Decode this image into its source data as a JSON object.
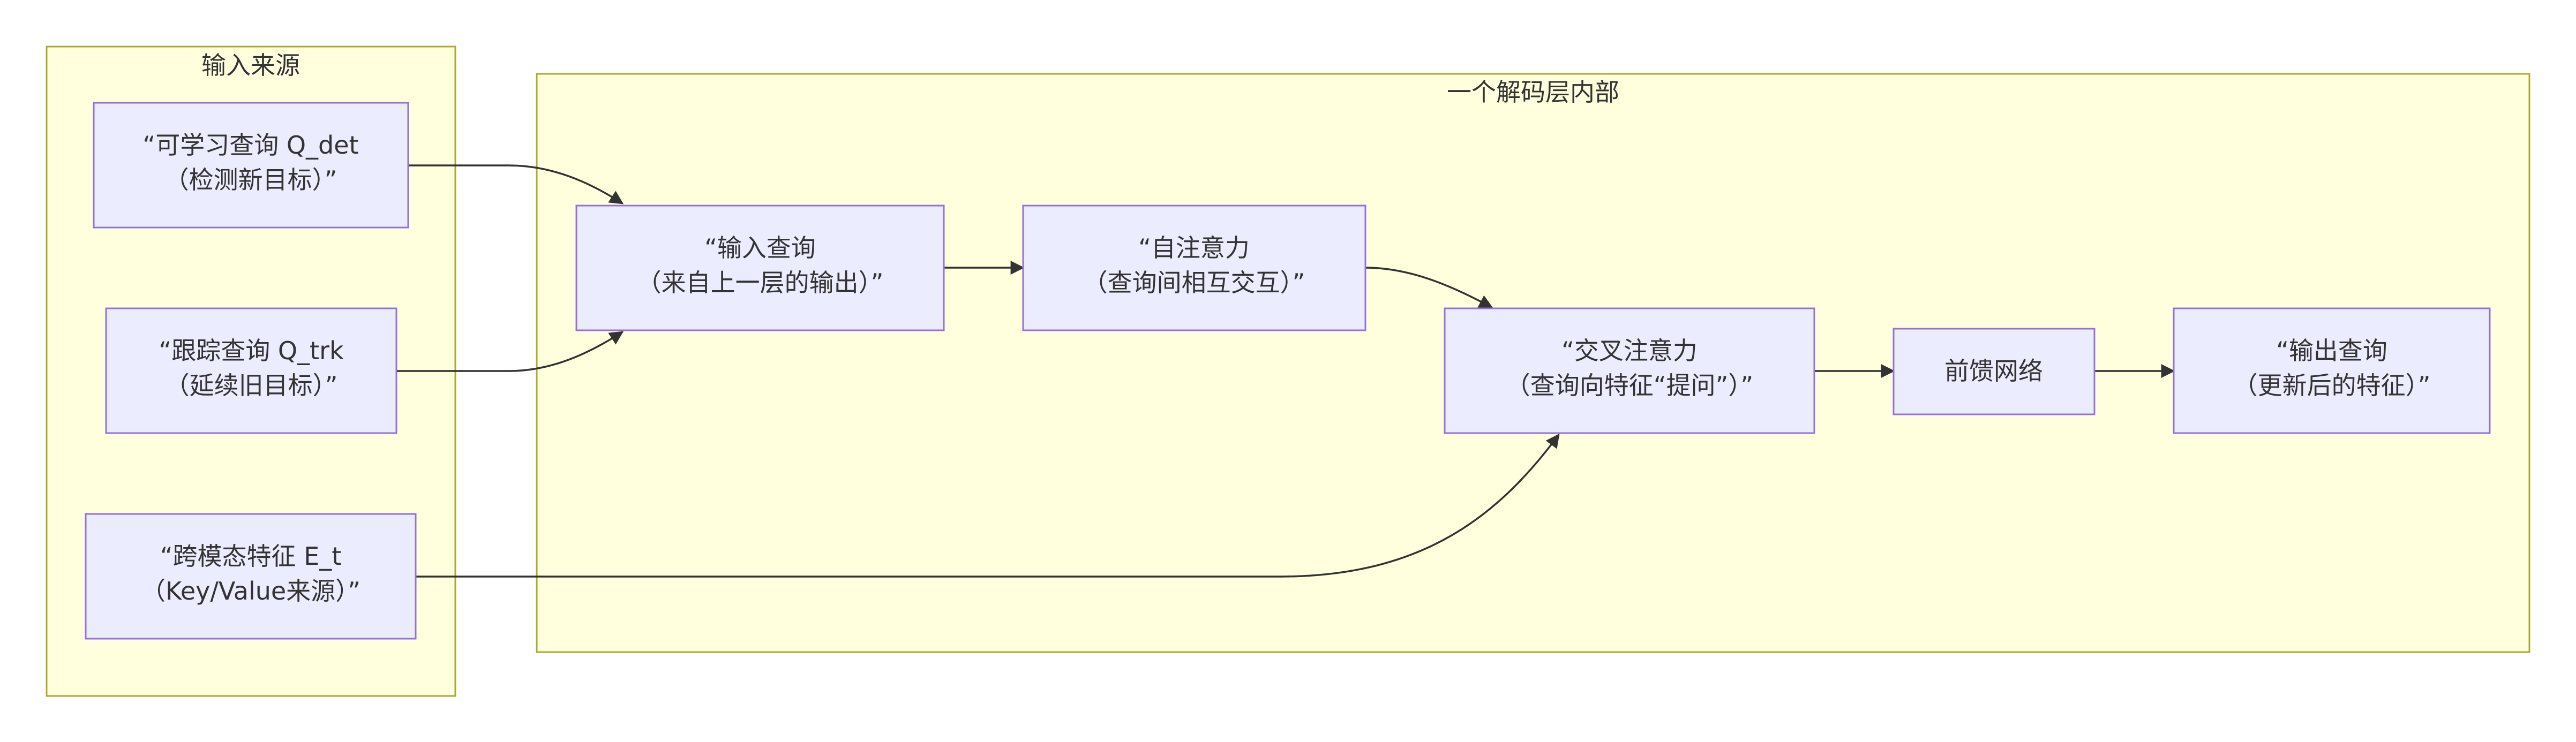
{
  "clusters": {
    "inputs": {
      "label": "输入来源"
    },
    "decoder": {
      "label": "一个解码层内部"
    }
  },
  "nodes": {
    "q_det": {
      "lines": [
        "“可学习查询 Q_det",
        "（检测新目标）”"
      ]
    },
    "q_trk": {
      "lines": [
        "“跟踪查询 Q_trk",
        "（延续旧目标）”"
      ]
    },
    "e_t": {
      "lines": [
        "“跨模态特征 E_t",
        "（Key/Value来源）”"
      ]
    },
    "input_query": {
      "lines": [
        "“输入查询",
        "（来自上一层的输出）”"
      ]
    },
    "self_attn": {
      "lines": [
        "“自注意力",
        "（查询间相互交互）”"
      ]
    },
    "cross_attn": {
      "lines": [
        "“交叉注意力",
        "（查询向特征“提问”）”"
      ]
    },
    "ffn": {
      "lines": [
        "前馈网络"
      ]
    },
    "output_query": {
      "lines": [
        "“输出查询",
        "（更新后的特征）”"
      ]
    }
  },
  "edges": [
    {
      "from": "q_det",
      "to": "input_query"
    },
    {
      "from": "q_trk",
      "to": "input_query"
    },
    {
      "from": "input_query",
      "to": "self_attn"
    },
    {
      "from": "self_attn",
      "to": "cross_attn"
    },
    {
      "from": "e_t",
      "to": "cross_attn"
    },
    {
      "from": "cross_attn",
      "to": "ffn"
    },
    {
      "from": "ffn",
      "to": "output_query"
    }
  ],
  "colors": {
    "cluster_fill": "#ffffde",
    "cluster_stroke": "#aaaa33",
    "node_fill": "#ececff",
    "node_stroke": "#9370db",
    "edge": "#333333",
    "text": "#333333"
  }
}
